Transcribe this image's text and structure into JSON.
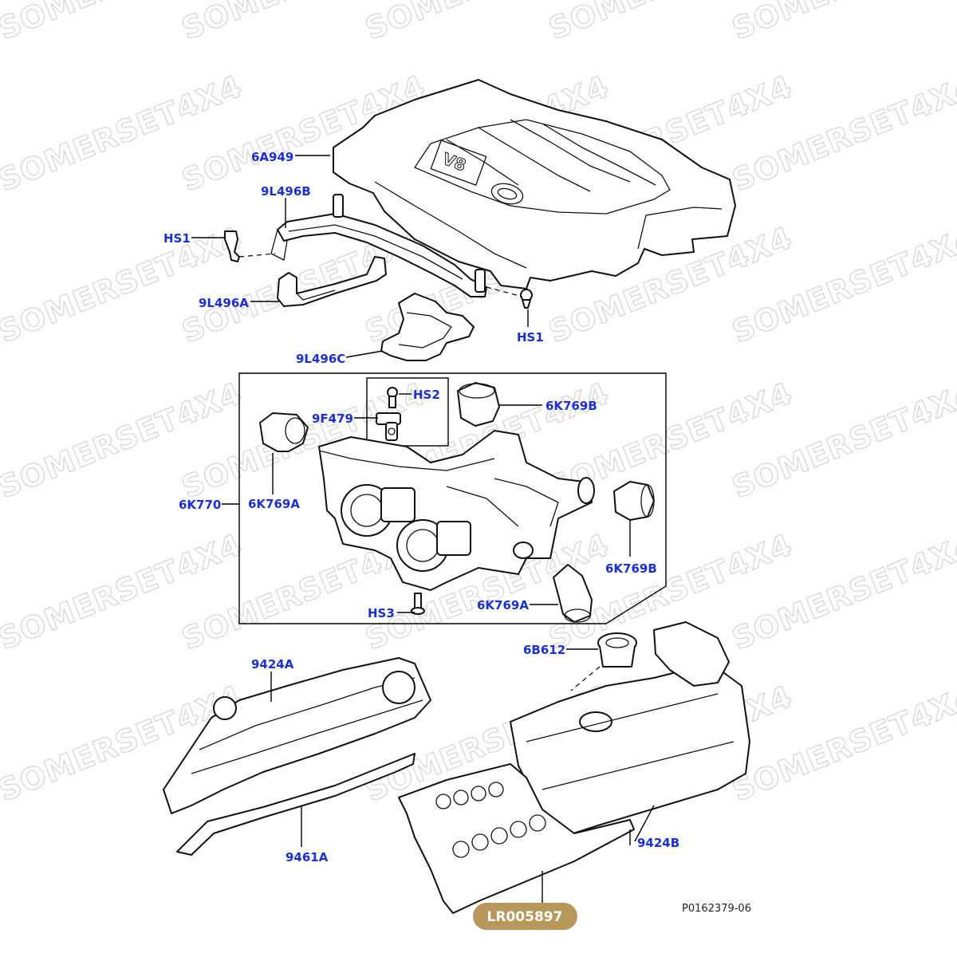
{
  "watermark": {
    "text": "SOMERSET4X4"
  },
  "callouts": [
    {
      "id": "6A949",
      "label": "6A949"
    },
    {
      "id": "9L496B",
      "label": "9L496B"
    },
    {
      "id": "HS1-left",
      "label": "HS1"
    },
    {
      "id": "9L496A",
      "label": "9L496A"
    },
    {
      "id": "HS1-right",
      "label": "HS1"
    },
    {
      "id": "9L496C",
      "label": "9L496C"
    },
    {
      "id": "HS2",
      "label": "HS2"
    },
    {
      "id": "9F479",
      "label": "9F479"
    },
    {
      "id": "6K769B-top",
      "label": "6K769B"
    },
    {
      "id": "6K770",
      "label": "6K770"
    },
    {
      "id": "6K769A-left",
      "label": "6K769A"
    },
    {
      "id": "6K769B-right",
      "label": "6K769B"
    },
    {
      "id": "6K769A-bottom",
      "label": "6K769A"
    },
    {
      "id": "HS3",
      "label": "HS3"
    },
    {
      "id": "6B612",
      "label": "6B612"
    },
    {
      "id": "9424A",
      "label": "9424A"
    },
    {
      "id": "9424B",
      "label": "9424B"
    },
    {
      "id": "9461A",
      "label": "9461A"
    }
  ],
  "part_badge": {
    "label": "LR005897",
    "color": "#b8975a"
  },
  "figure_ref": "P0162379-06",
  "colors": {
    "callout_text": "#1a2fd6",
    "lines": "#000000"
  }
}
